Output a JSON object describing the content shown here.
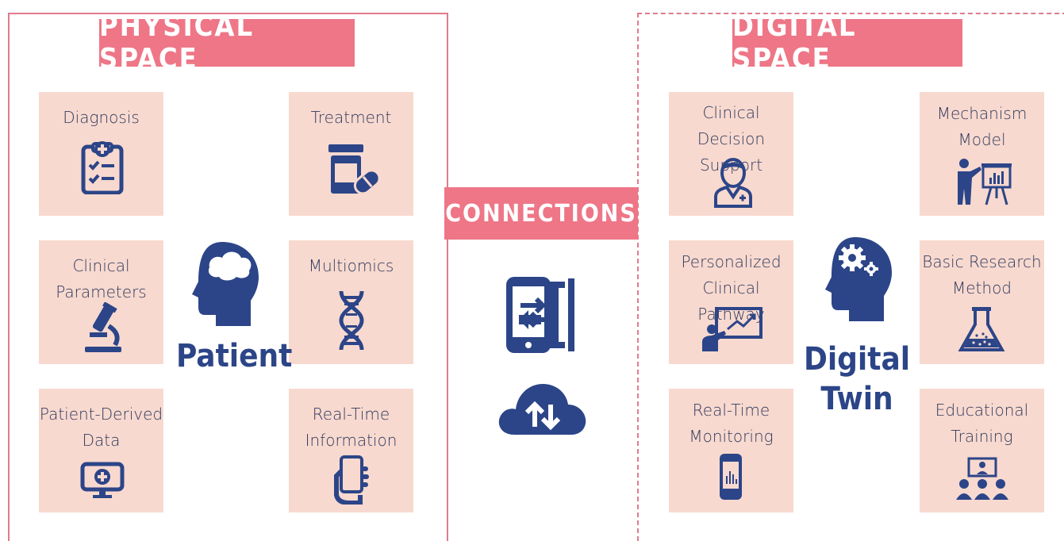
{
  "physical": {
    "title": "PHYSICAL SPACE",
    "center_label": "Patient",
    "tiles": [
      {
        "lines": [
          "Diagnosis"
        ],
        "icon": "clipboard-checklist-icon"
      },
      {
        "lines": [
          "Treatment"
        ],
        "icon": "medicine-bottle-pill-icon"
      },
      {
        "lines": [
          "Clinical",
          "Parameters"
        ],
        "icon": "microscope-icon"
      },
      {
        "lines": [
          "Multiomics"
        ],
        "icon": "dna-icon"
      },
      {
        "lines": [
          "Patient-Derived",
          "Data"
        ],
        "icon": "medical-monitor-icon"
      },
      {
        "lines": [
          "Real-Time",
          "Information"
        ],
        "icon": "hand-smartphone-icon"
      }
    ]
  },
  "connections": {
    "title": "CONNECTIONS",
    "icons": [
      "device-sync-icon",
      "cloud-sync-icon"
    ]
  },
  "digital": {
    "title": "DIGITAL SPACE",
    "center_label_lines": [
      "Digital",
      "Twin"
    ],
    "tiles": [
      {
        "lines": [
          "Clinical Decision",
          "Support"
        ],
        "icon": "doctor-icon"
      },
      {
        "lines": [
          "Mechanism",
          "Model"
        ],
        "icon": "presenter-chart-icon"
      },
      {
        "lines": [
          "Personalized",
          "Clinical Pathway"
        ],
        "icon": "teacher-board-icon"
      },
      {
        "lines": [
          "Basic Research",
          "Method"
        ],
        "icon": "lab-flask-icon"
      },
      {
        "lines": [
          "Real-Time",
          "Monitoring"
        ],
        "icon": "phone-chart-icon"
      },
      {
        "lines": [
          "Educational",
          "Training"
        ],
        "icon": "classroom-icon"
      }
    ]
  },
  "colors": {
    "accent": "#ee7687",
    "tile": "#f8d9cf",
    "navy": "#2c4588",
    "text": "#2f3a5e"
  }
}
